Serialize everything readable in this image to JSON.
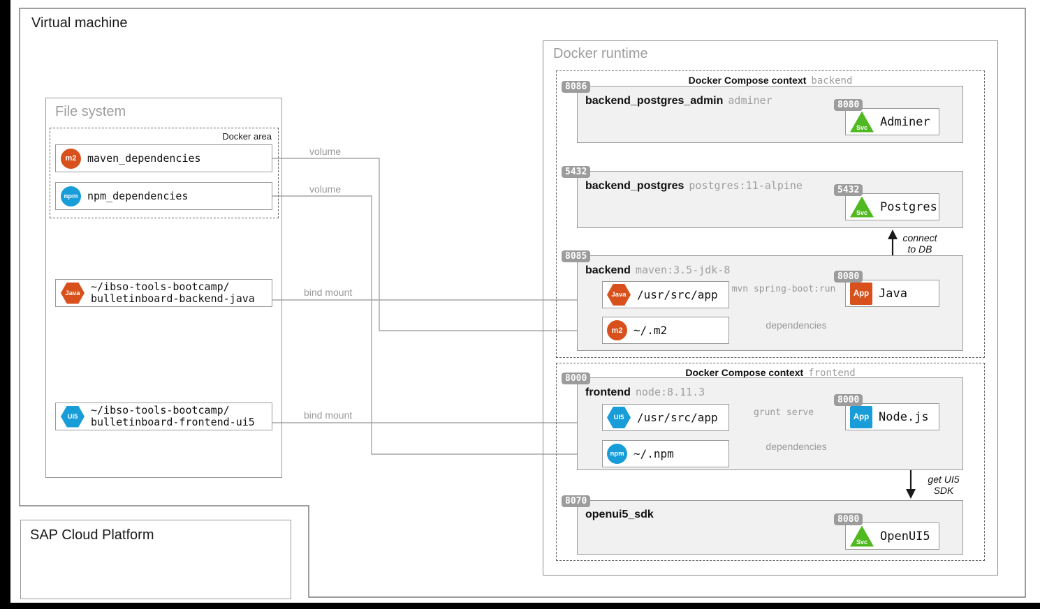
{
  "vm": {
    "title": "Virtual machine"
  },
  "sap": {
    "title": "SAP Cloud Platform"
  },
  "file_system": {
    "title": "File system",
    "docker_area": {
      "label": "Docker area",
      "volumes": [
        {
          "icon": "m2",
          "name": "maven_dependencies"
        },
        {
          "icon": "npm",
          "name": "npm_dependencies"
        }
      ]
    },
    "directories": [
      {
        "icon": "Java",
        "line1": "~/ibso-tools-bootcamp/",
        "line2": "bulletinboard-backend-java"
      },
      {
        "icon": "UI5",
        "line1": "~/ibso-tools-bootcamp/",
        "line2": "bulletinboard-frontend-ui5"
      }
    ]
  },
  "connections": {
    "volume_label": "volume",
    "bind_mount_label": "bind mount"
  },
  "docker_runtime": {
    "title": "Docker runtime",
    "contexts": [
      {
        "label": "Docker Compose context",
        "name": "backend"
      },
      {
        "label": "Docker Compose context",
        "name": "frontend"
      }
    ],
    "containers": {
      "admin": {
        "host_port": "8086",
        "name": "backend_postgres_admin",
        "image": "adminer",
        "service": {
          "port": "8080",
          "icon": "Svc",
          "label": "Adminer"
        }
      },
      "postgres": {
        "host_port": "5432",
        "name": "backend_postgres",
        "image": "postgres:11-alpine",
        "service": {
          "port": "5432",
          "icon": "Svc",
          "label": "Postgres"
        }
      },
      "backend": {
        "host_port": "8085",
        "name": "backend",
        "image": "maven:3.5-jdk-8",
        "mounts": [
          {
            "icon": "Java",
            "path": "/usr/src/app"
          },
          {
            "icon": "m2",
            "path": "~/.m2"
          }
        ],
        "app": {
          "port": "8080",
          "icon": "App",
          "label": "Java"
        },
        "run_command": "mvn spring-boot:run",
        "dependencies_label": "dependencies"
      },
      "frontend": {
        "host_port": "8000",
        "name": "frontend",
        "image": "node:8.11.3",
        "mounts": [
          {
            "icon": "UI5",
            "path": "/usr/src/app"
          },
          {
            "icon": "npm",
            "path": "~/.npm"
          }
        ],
        "app": {
          "port": "8000",
          "icon": "App",
          "label": "Node.js"
        },
        "run_command": "grunt serve",
        "dependencies_label": "dependencies"
      },
      "openui5": {
        "host_port": "8070",
        "name": "openui5_sdk",
        "service": {
          "port": "8080",
          "icon": "Svc",
          "label": "OpenUI5"
        }
      }
    },
    "annotations": {
      "connect_db_line1": "connect",
      "connect_db_line2": "to DB",
      "get_sdk_line1": "get UI5",
      "get_sdk_line2": "SDK"
    }
  },
  "colors": {
    "orange": "#D8511D",
    "blue": "#189DD9",
    "green": "#50B821",
    "badge_gray": "#9C9C9C",
    "container_fill": "#F1F1F1",
    "line_gray": "#A6A6A6"
  }
}
